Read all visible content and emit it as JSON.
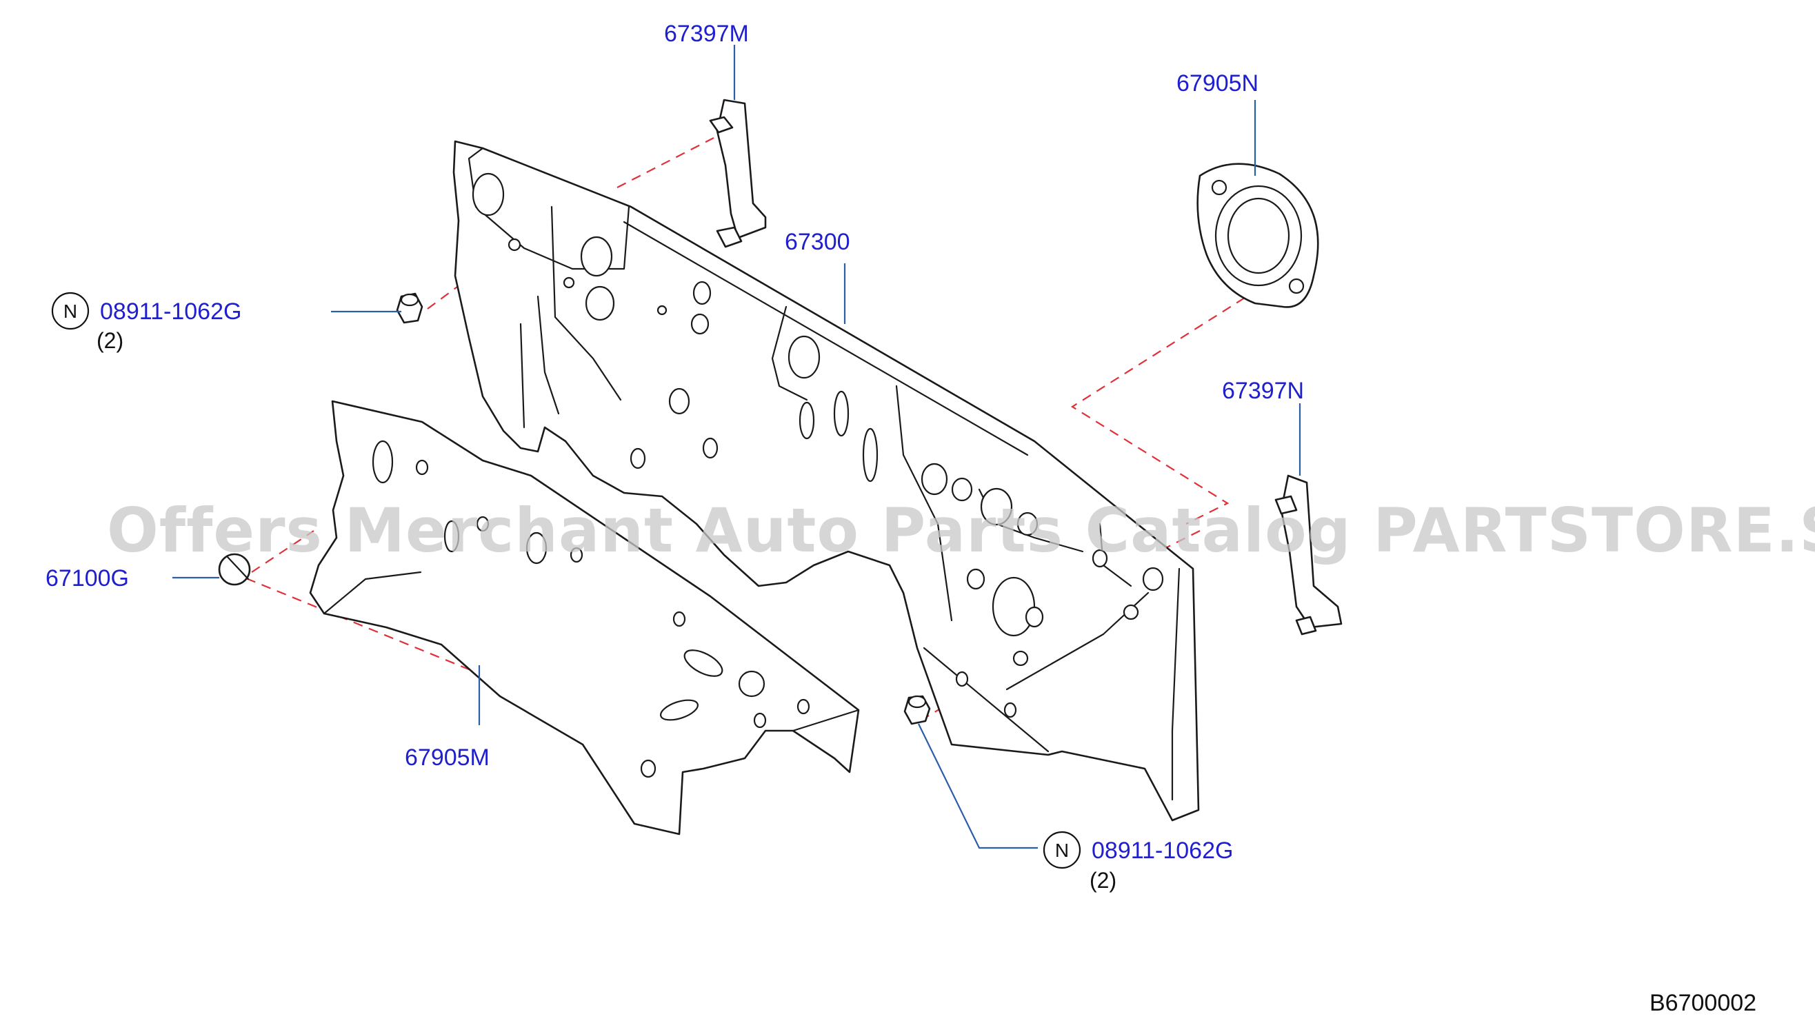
{
  "labels": {
    "bracket_left": "67397M",
    "grommet": "67905N",
    "dash_panel": "67300",
    "nut_left": "08911-1062G",
    "nut_left_qty": "(2)",
    "bracket_right": "67397N",
    "clip": "67100G",
    "insulator": "67905M",
    "nut_right": "08911-1062G",
    "nut_right_qty": "(2)"
  },
  "n_symbol": "N",
  "watermark": "Offers Merchant Auto Parts Catalog PARTSTORE.SA",
  "diagram_code": "B6700002",
  "colors": {
    "part_number": "#1f1fd0",
    "leader_line": "#2b5ea7",
    "assembly_line": "#e0303a",
    "outline": "#1a1a1a"
  }
}
